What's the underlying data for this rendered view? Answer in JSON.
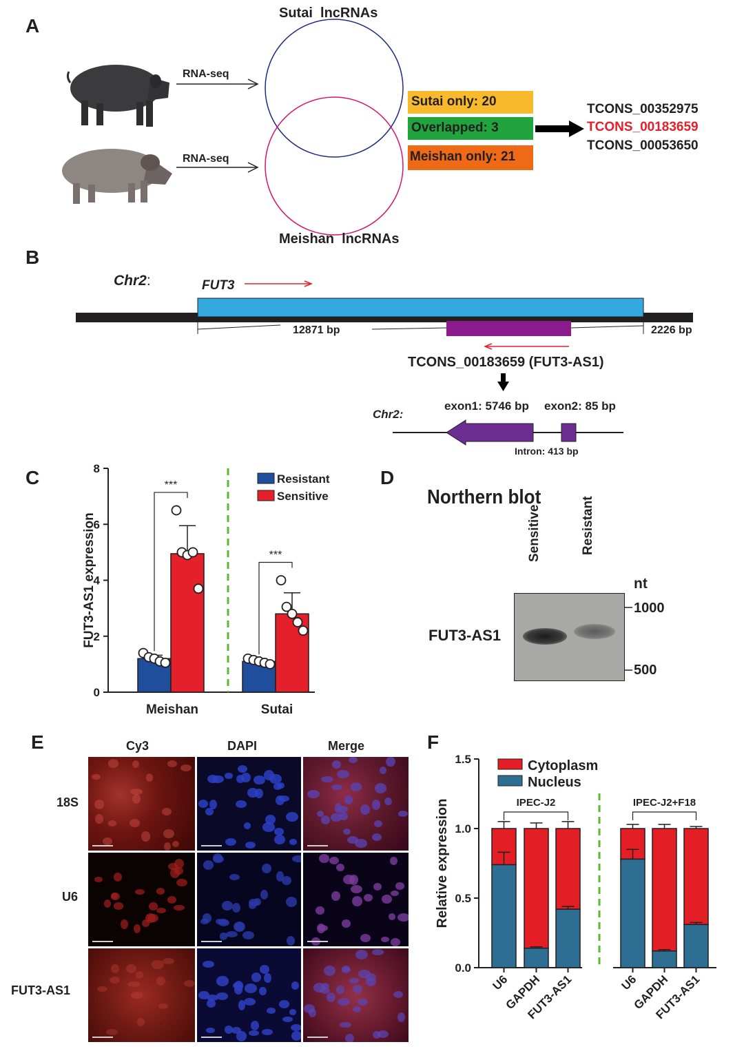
{
  "panel_labels": {
    "a": "A",
    "b": "B",
    "c": "C",
    "d": "D",
    "e": "E",
    "f": "F"
  },
  "panel_a": {
    "seq_top": "RNA-seq",
    "seq_bottom": "RNA-seq",
    "venn_top_label": "Sutai  lncRNAs",
    "venn_bottom_label": "Meishan  lncRNAs",
    "boxes": [
      {
        "text": "Sutai only: 20",
        "color": "#f8b92c"
      },
      {
        "text": "Overlapped: 3",
        "color": "#21a33d"
      },
      {
        "text": "Meishan only: 21",
        "color": "#ee6a16"
      }
    ],
    "ids": [
      {
        "text": "TCONS_00352975",
        "color": "#231f20"
      },
      {
        "text": "TCONS_00183659",
        "color": "#e4202a"
      },
      {
        "text": "TCONS_00053650",
        "color": "#231f20"
      }
    ]
  },
  "panel_b": {
    "chr_label": "Chr2",
    "chr_colon": ":",
    "gene": "FUT3",
    "left_bp": "12871 bp",
    "right_bp": "2226 bp",
    "transcript": "TCONS_00183659 (FUT3-AS1)",
    "chr2_sub": "Chr2:",
    "exon1": "exon1: 5746 bp",
    "exon2": "exon2: 85 bp",
    "intron": "Intron: 413 bp",
    "colors": {
      "gene": "#33a9df",
      "lnc": "#8b1a8c",
      "exon": "#6b2d92",
      "arrow": "#e4202a"
    }
  },
  "panel_d": {
    "title": "Northern blot",
    "lanes": [
      "Sensitive",
      "Resistant"
    ],
    "unit": "nt",
    "marks": [
      "1000",
      "500"
    ],
    "band_label": "FUT3-AS1"
  },
  "panel_e": {
    "columns": [
      "Cy3",
      "DAPI",
      "Merge"
    ],
    "rows": [
      "18S",
      "U6",
      "FUT3-AS1"
    ]
  },
  "chart_data": [
    {
      "type": "bar",
      "panel": "C",
      "ylabel": "FUT3-AS1 expression",
      "ylim": [
        0,
        8
      ],
      "yticks": [
        "0",
        "2",
        "4",
        "6",
        "8"
      ],
      "categories": [
        "Meishan",
        "Sutai"
      ],
      "series": [
        {
          "name": "Resistant",
          "color": "#1f4e9c",
          "values": [
            1.2,
            1.1
          ],
          "err": [
            0.12,
            0.1
          ],
          "points": [
            [
              1.4,
              1.25,
              1.2,
              1.1,
              1.05
            ],
            [
              1.2,
              1.15,
              1.1,
              1.05,
              1.0
            ]
          ]
        },
        {
          "name": "Sensitive",
          "color": "#e4202a",
          "values": [
            4.95,
            2.8
          ],
          "err": [
            1.0,
            0.75
          ],
          "points": [
            [
              6.5,
              5.0,
              4.9,
              5.0,
              3.7
            ],
            [
              4.0,
              3.05,
              2.8,
              2.5,
              2.2
            ]
          ]
        }
      ],
      "significance": [
        "***",
        "***"
      ],
      "legend": "top-right"
    },
    {
      "type": "bar",
      "stacked": true,
      "panel": "F",
      "ylabel": "Relative expression",
      "ylim": [
        0,
        1.5
      ],
      "yticks": [
        "0.0",
        "0.5",
        "1.0",
        "1.5"
      ],
      "groups": [
        "IPEC-J2",
        "IPEC-J2+F18"
      ],
      "categories": [
        "U6",
        "GAPDH",
        "FUT3-AS1",
        "U6",
        "GAPDH",
        "FUT3-AS1"
      ],
      "series": [
        {
          "name": "Nucleus",
          "color": "#2e6e92",
          "values": [
            0.74,
            0.14,
            0.42,
            0.78,
            0.12,
            0.31
          ],
          "err": [
            0.09,
            0.01,
            0.02,
            0.07,
            0.01,
            0.015
          ]
        },
        {
          "name": "Cytoplasm",
          "color": "#e31e24",
          "values": [
            0.26,
            0.86,
            0.58,
            0.22,
            0.88,
            0.69
          ],
          "err": [
            0.05,
            0.04,
            0.05,
            0.03,
            0.03,
            0.015
          ]
        }
      ],
      "legend": "top-left"
    }
  ]
}
